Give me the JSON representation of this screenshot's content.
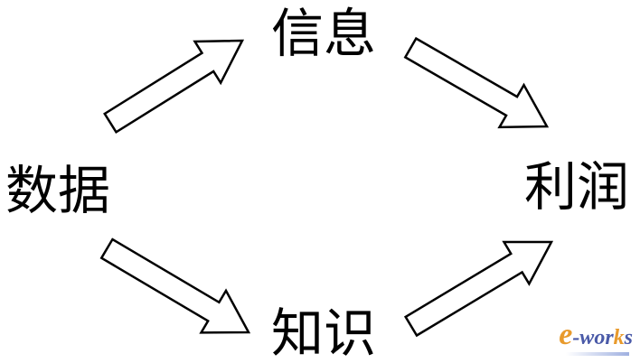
{
  "nodes": {
    "data": "数据",
    "information": "信息",
    "knowledge": "知识",
    "profit": "利润"
  },
  "watermark": {
    "e": "e",
    "works": "-wor",
    "k": "k",
    "s": "s"
  },
  "colors": {
    "stroke": "#000000",
    "fill": "#ffffff"
  }
}
